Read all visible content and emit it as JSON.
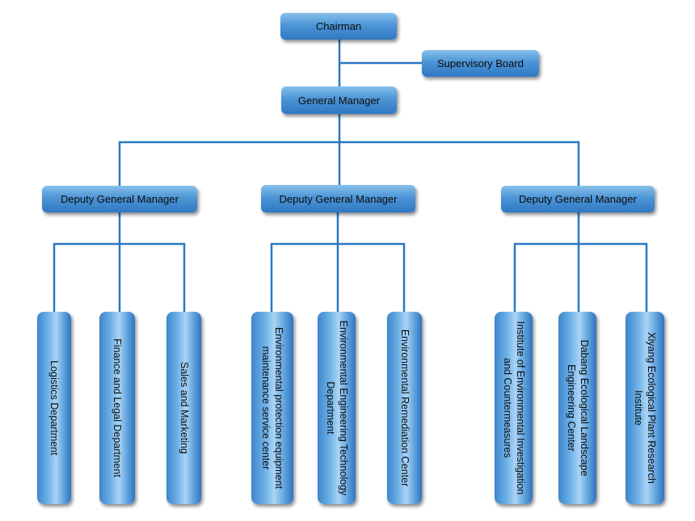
{
  "chairman": "Chairman",
  "supervisory_board": "Supervisory Board",
  "general_manager": "General Manager",
  "deputies": [
    "Deputy General Manager",
    "Deputy General Manager",
    "Deputy General Manager"
  ],
  "departments": [
    "Logistics Department",
    "Finance and Legal Department",
    "Sales and Marketing",
    "Environmental protection equipment maintenance service center",
    "Environmental Engineering Technology Department",
    "Environmental Remediation Center",
    "Institute of Environmental Investigation and Countermeasures",
    "Dabang Ecological Landscape Engineering Center",
    "Xiyang Ecological Plant Research Institute"
  ],
  "colors": {
    "connector": "#2a78c2",
    "box_top": "#86c0ec",
    "box_bottom": "#2f79c3"
  }
}
